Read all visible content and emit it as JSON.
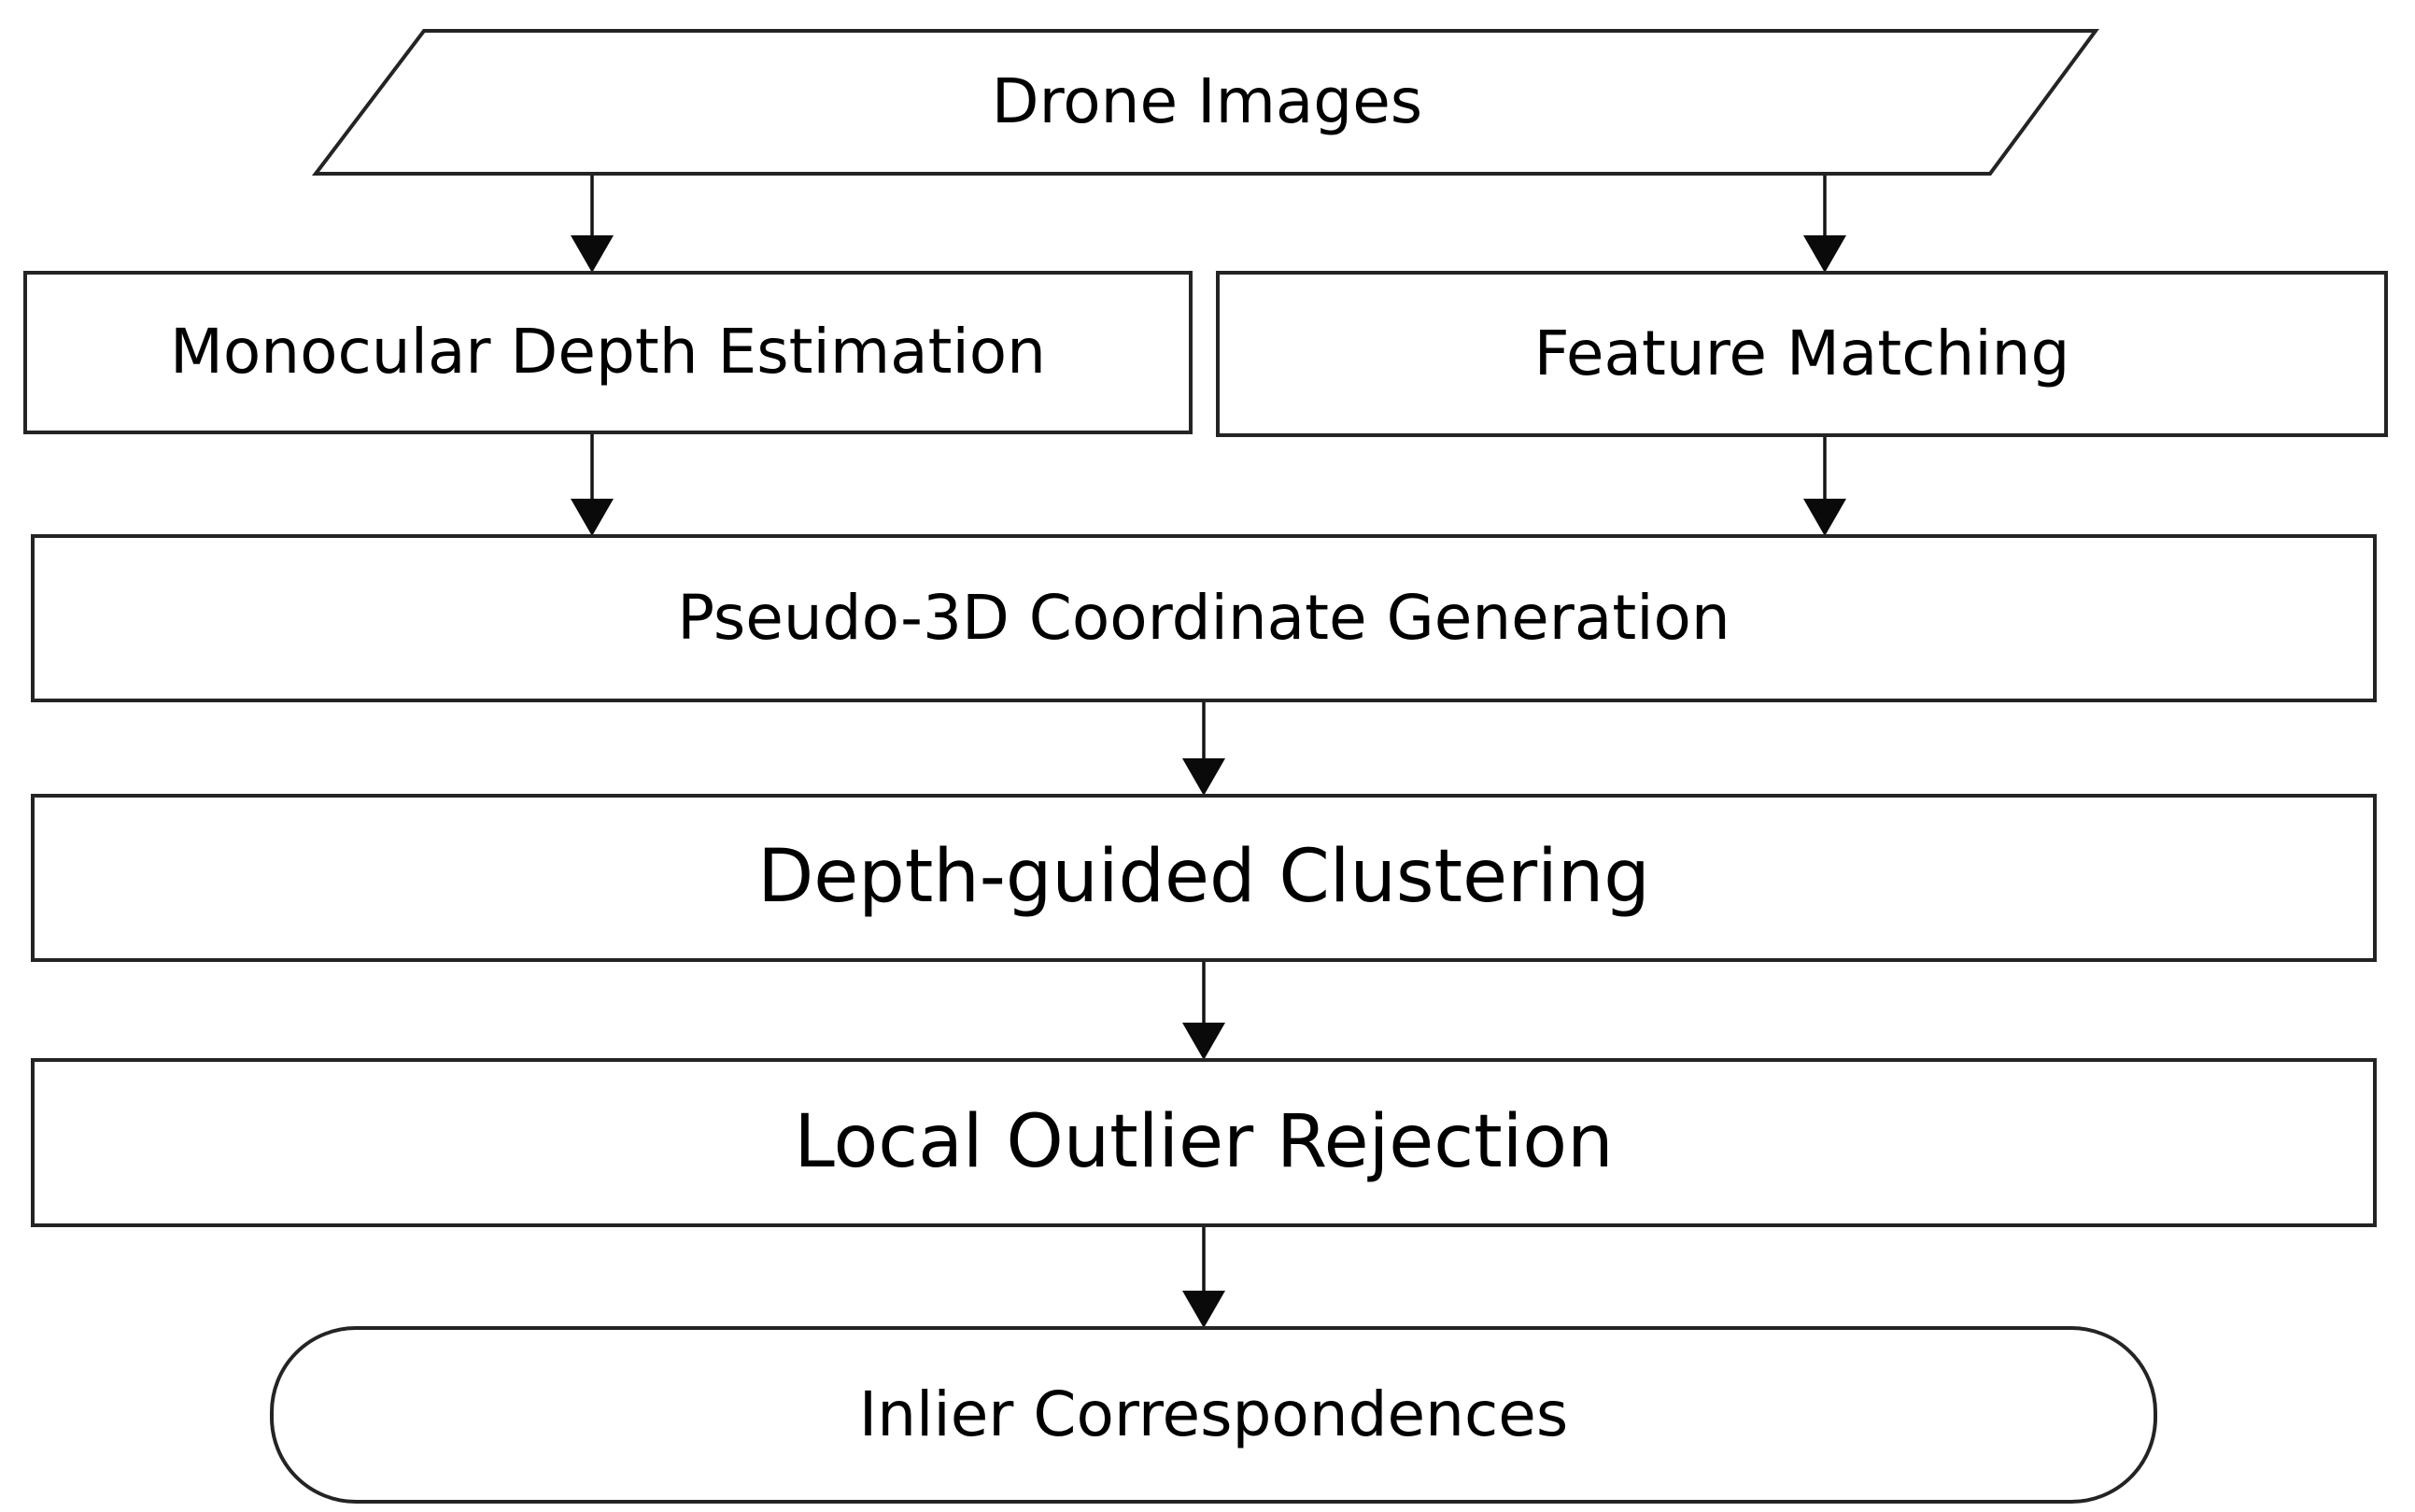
{
  "diagram": {
    "type": "flowchart",
    "background_color": "#ffffff",
    "stroke_color": "#242424",
    "arrow_color": "#0a0a0a",
    "text_color": "#000000",
    "nodes": [
      {
        "id": "drone-images",
        "label": "Drone Images",
        "shape": "parallelogram",
        "role": "input"
      },
      {
        "id": "monocular-depth-estimation",
        "label": "Monocular Depth Estimation",
        "shape": "rectangle",
        "role": "process"
      },
      {
        "id": "feature-matching",
        "label": "Feature Matching",
        "shape": "rectangle",
        "role": "process"
      },
      {
        "id": "pseudo-3d-coordinate-generation",
        "label": "Pseudo-3D Coordinate Generation",
        "shape": "rectangle",
        "role": "process"
      },
      {
        "id": "depth-guided-clustering",
        "label": "Depth-guided Clustering",
        "shape": "rectangle",
        "role": "process"
      },
      {
        "id": "local-outlier-rejection",
        "label": "Local Outlier Rejection",
        "shape": "rectangle",
        "role": "process"
      },
      {
        "id": "inlier-correspondences",
        "label": "Inlier Correspondences",
        "shape": "rounded-rectangle",
        "role": "output"
      }
    ],
    "edges": [
      {
        "from": "drone-images",
        "to": "monocular-depth-estimation"
      },
      {
        "from": "drone-images",
        "to": "feature-matching"
      },
      {
        "from": "monocular-depth-estimation",
        "to": "pseudo-3d-coordinate-generation"
      },
      {
        "from": "feature-matching",
        "to": "pseudo-3d-coordinate-generation"
      },
      {
        "from": "pseudo-3d-coordinate-generation",
        "to": "depth-guided-clustering"
      },
      {
        "from": "depth-guided-clustering",
        "to": "local-outlier-rejection"
      },
      {
        "from": "local-outlier-rejection",
        "to": "inlier-correspondences"
      }
    ]
  }
}
